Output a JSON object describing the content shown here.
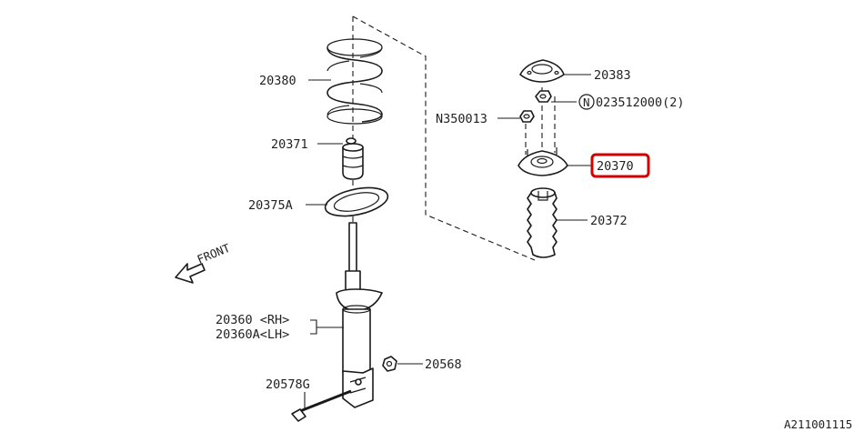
{
  "parts": {
    "p20380": "20380",
    "p20371": "20371",
    "p20375a": "20375A",
    "p20360rh": "20360 <RH>",
    "p20360alh": "20360A<LH>",
    "p20578g": "20578G",
    "p20568": "20568",
    "p20383": "20383",
    "n023512000": "023512000(2)",
    "n_symbol": "N",
    "n350013": "N350013",
    "p20370": "20370",
    "p20372": "20372"
  },
  "front_label": "FRONT",
  "diagram_code": "A211001115",
  "highlight_color": "#d40000"
}
